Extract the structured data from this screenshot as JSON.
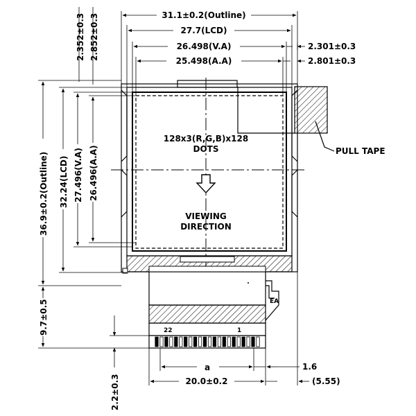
{
  "dimensions": {
    "outline_width": "31.1±0.2(Outline)",
    "lcd_width": "27.7(LCD)",
    "va_width": "26.498(V.A)",
    "aa_width": "25.498(A.A)",
    "right_va_offset": "2.301±0.3",
    "right_aa_offset": "2.801±0.3",
    "top_va_offset": "2.352±0.3",
    "top_aa_offset": "2.852±0.3",
    "outline_height": "36.9±0.2(Outline)",
    "lcd_height": "32.24(LCD)",
    "va_height": "27.496(V.A)",
    "aa_height": "26.496(A.A)",
    "fpc_height": "9.7±0.5",
    "pin_pitch_height": "2.2±0.3",
    "fpc_width": "20.0±0.2",
    "pin_span": "a",
    "pin_offset": "1.6",
    "fpc_right_offset": "(5.55)"
  },
  "labels": {
    "dots_line1": "128x3(R,G,B)x128",
    "dots_line2": "DOTS",
    "viewing_line1": "VIEWING",
    "viewing_line2": "DIRECTION",
    "pull_tape": "PULL TAPE",
    "pin_first": "22",
    "pin_last": "1",
    "marker": "EA"
  }
}
